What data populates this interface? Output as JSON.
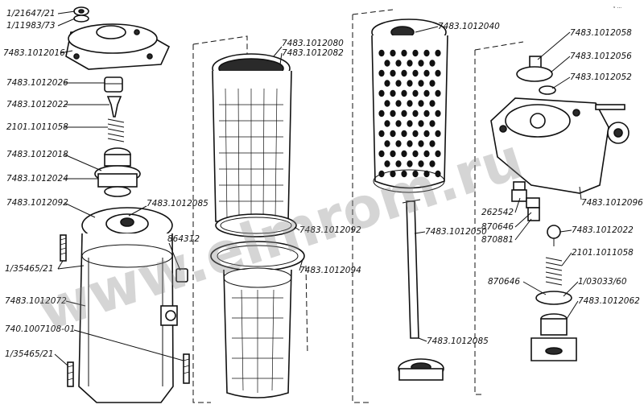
{
  "labels": {
    "top_right_mark": "ᵛ ···",
    "p1": "1/21647/21",
    "p2": "1/11983/73",
    "p3": "7483.1012016",
    "p4": "7483.1012026",
    "p5": "7483.1012022",
    "p6": "2101.1011058",
    "p7": "7483.1012018",
    "p8": "7483.1012024",
    "p9": "7483.1012092",
    "p10": "7483.1012085",
    "p11": "864312",
    "p12": "1/35465/21",
    "p13": "7483.1012072",
    "p14": "740.1007108-01",
    "p15": "1/35465/21",
    "p16": "7483.1012080",
    "p17": "7483.1012082",
    "p18": "7483.1012092",
    "p19": "7483.1012094",
    "p20": "7483.1012040",
    "p21": "7483.1012050",
    "p22": "7483.1012085",
    "p23": "7483.1012058",
    "p24": "7483.1012056",
    "p25": "7483.1012052",
    "p26": "7483.1012096",
    "p27": "262542",
    "p28": "870646",
    "p29": "870881",
    "p30": "7483.1012022",
    "p31": "2101.1011058",
    "p32": "870646",
    "p33": "1/03033/60",
    "p34": "7483.1012062"
  },
  "watermark": "www.elmrom.ru",
  "colors": {
    "ink": "#111111",
    "paper": "#ffffff"
  }
}
